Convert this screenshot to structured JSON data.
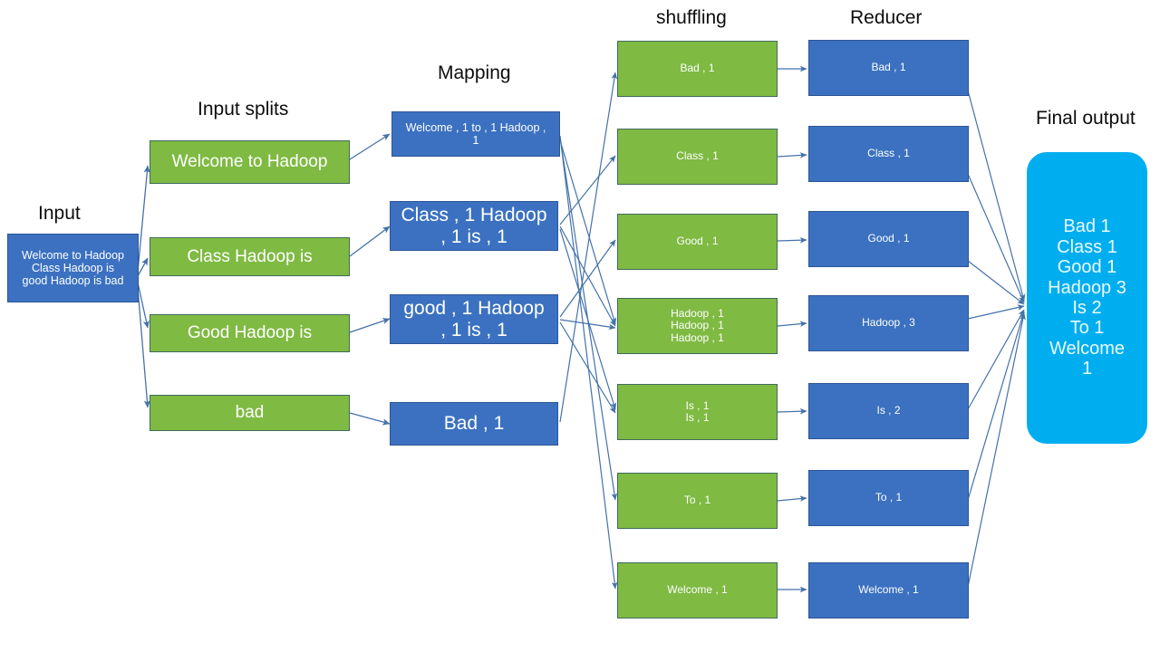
{
  "diagram": {
    "title_semantic": "mapreduce-wordcount-flow",
    "colors": {
      "green": "#7FBA43",
      "blue": "#3B71C0",
      "cyan": "#00AEEF",
      "arrow": "#4472A8",
      "text_dark": "#0d0d0d",
      "text_light": "#ffffff"
    }
  },
  "headers": {
    "input": "Input",
    "input_splits": "Input splits",
    "mapping": "Mapping",
    "shuffling": "shuffling",
    "reducer": "Reducer",
    "final_output": "Final output"
  },
  "input_box": {
    "lines": [
      "Welcome to Hadoop",
      "Class Hadoop is",
      "good Hadoop is bad"
    ]
  },
  "input_splits": [
    {
      "text": "Welcome to Hadoop"
    },
    {
      "text": "Class Hadoop is"
    },
    {
      "text": "Good Hadoop is"
    },
    {
      "text": "bad"
    }
  ],
  "mapping": [
    {
      "lines": [
        "Welcome , 1 to , 1 Hadoop ,",
        "1"
      ],
      "size": "small"
    },
    {
      "lines": [
        "Class , 1 Hadoop",
        ", 1 is , 1"
      ],
      "size": "large"
    },
    {
      "lines": [
        "good , 1 Hadoop",
        ", 1 is , 1"
      ],
      "size": "large"
    },
    {
      "lines": [
        "Bad , 1"
      ],
      "size": "large"
    }
  ],
  "shuffling": [
    {
      "lines": [
        "Bad , 1"
      ]
    },
    {
      "lines": [
        "Class , 1"
      ]
    },
    {
      "lines": [
        "Good , 1"
      ]
    },
    {
      "lines": [
        "Hadoop , 1",
        "Hadoop , 1",
        "Hadoop , 1"
      ]
    },
    {
      "lines": [
        "Is , 1",
        "Is , 1"
      ]
    },
    {
      "lines": [
        "To , 1"
      ]
    },
    {
      "lines": [
        "Welcome , 1"
      ]
    }
  ],
  "reducer": [
    {
      "lines": [
        "Bad , 1"
      ]
    },
    {
      "lines": [
        "Class , 1"
      ]
    },
    {
      "lines": [
        "Good , 1"
      ]
    },
    {
      "lines": [
        "Hadoop , 3"
      ]
    },
    {
      "lines": [
        "Is , 2"
      ]
    },
    {
      "lines": [
        "To , 1"
      ]
    },
    {
      "lines": [
        "Welcome , 1"
      ]
    }
  ],
  "final_output": {
    "lines": [
      "Bad 1",
      "Class 1",
      "Good 1",
      "Hadoop 3",
      "Is 2",
      "To 1",
      "Welcome",
      "1"
    ]
  }
}
